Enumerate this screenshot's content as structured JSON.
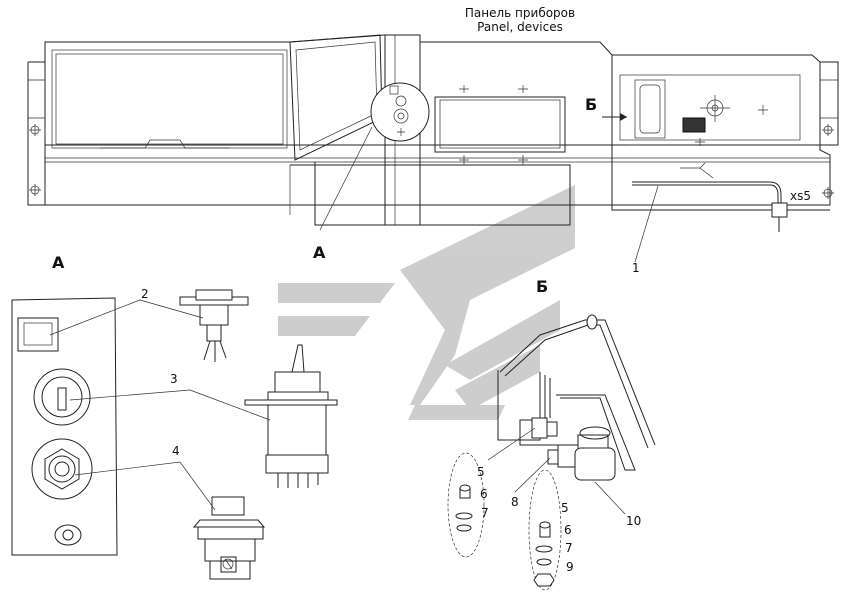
{
  "title": {
    "line1": "Панель приборов",
    "line2": "Panel, devices"
  },
  "view_labels": {
    "a_on_panel": "А",
    "b_on_panel": "Б",
    "a_detail": "А",
    "b_detail": "Б"
  },
  "connector_label": "xs5",
  "callouts": [
    "1",
    "2",
    "3",
    "4",
    "5",
    "6",
    "7",
    "8",
    "5",
    "6",
    "7",
    "9",
    "10"
  ],
  "colors": {
    "line": "#222222",
    "watermark": "#bdbdbd",
    "background": "#ffffff"
  }
}
